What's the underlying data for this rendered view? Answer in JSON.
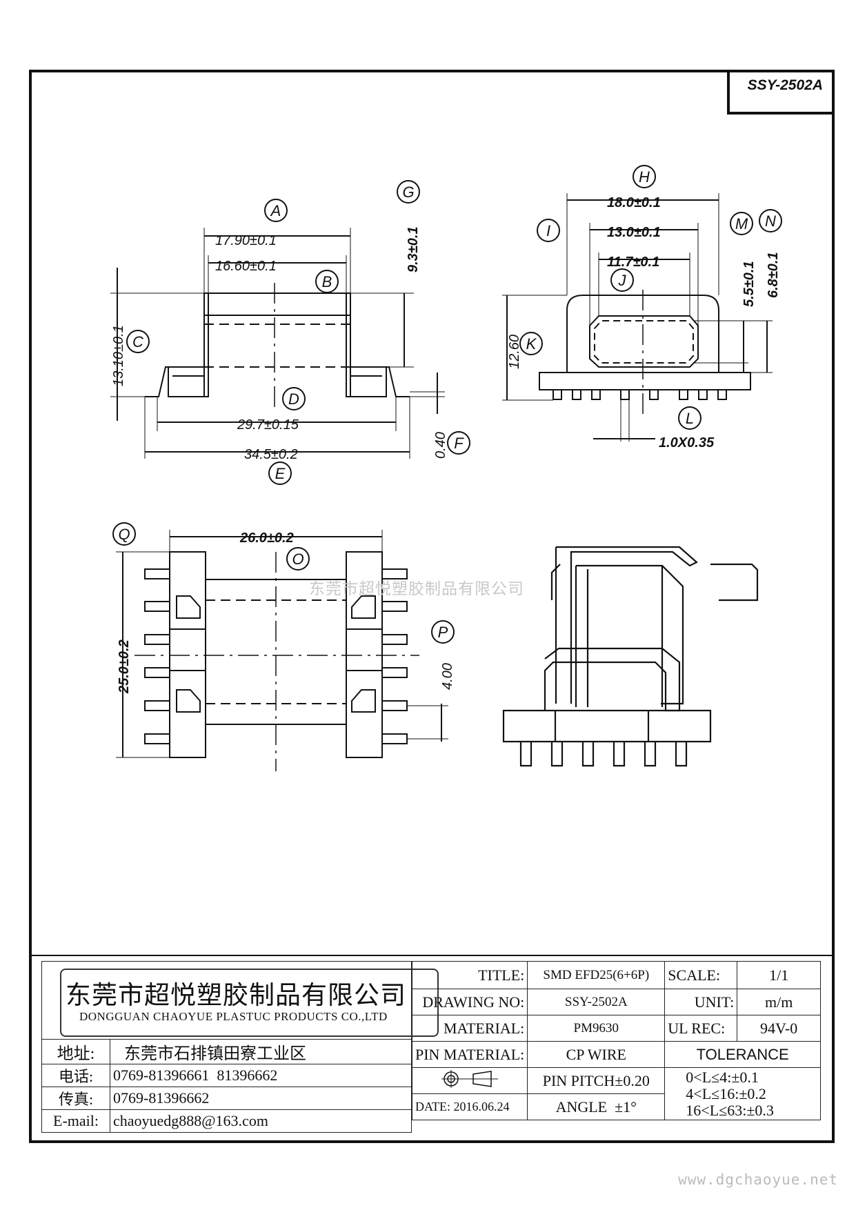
{
  "drawing_code": "SSY-2502A",
  "watermark": "东莞市超悦塑胶制品有限公司",
  "website": "www.dgchaoyue.net",
  "dimensions": {
    "A": "17.90±0.1",
    "B": "16.60±0.1",
    "C": "13.10±0.1",
    "D": "29.7±0.15",
    "E": "34.5±0.2",
    "F": "0.40",
    "G": "9.3±0.1",
    "H": "18.0±0.1",
    "I": "13.0±0.1",
    "J": "11.7±0.1",
    "K": "12.60",
    "L": "1.0X0.35",
    "M": "5.5±0.1",
    "N": "6.8±0.1",
    "O": "26.0±0.2",
    "P": "4.00",
    "Q": "25.0±0.2"
  },
  "labels": [
    "A",
    "B",
    "C",
    "D",
    "E",
    "F",
    "G",
    "H",
    "I",
    "J",
    "K",
    "L",
    "M",
    "N",
    "O",
    "P",
    "Q"
  ],
  "company": {
    "name_cn": "东莞市超悦塑胶制品有限公司",
    "name_en": "DONGGUAN CHAOYUE PLASTUC PRODUCTS CO.,LTD",
    "address_label": "地址:",
    "address": "东莞市石排镇田寮工业区",
    "phone_label": "电话:",
    "phone": "0769-81396661  81396662",
    "fax_label": "传真:",
    "fax": "0769-81396662",
    "email_label": "E-mail:",
    "email": "chaoyuedg888@163.com"
  },
  "titleblock": {
    "title_label": "TITLE:",
    "title": "SMD EFD25(6+6P)",
    "scale_label": "SCALE:",
    "scale": "1/1",
    "drawing_no_label": "DRAWING NO:",
    "drawing_no": "SSY-2502A",
    "unit_label": "UNIT:",
    "unit": "m/m",
    "material_label": "MATERIAL:",
    "material": "PM9630",
    "ul_label": "UL REC:",
    "ul": "94V-0",
    "pin_material_label": "PIN MATERIAL:",
    "pin_material": "CP WIRE",
    "tolerance_label": "TOLERANCE",
    "pin_pitch": "PIN PITCH±0.20",
    "date_label": "DATE:",
    "date": "2016.06.24",
    "angle": "ANGLE  ±1°",
    "tol1": "0<L≤4:±0.1",
    "tol2": "4<L≤16:±0.2",
    "tol3": "16<L≤63:±0.3"
  }
}
